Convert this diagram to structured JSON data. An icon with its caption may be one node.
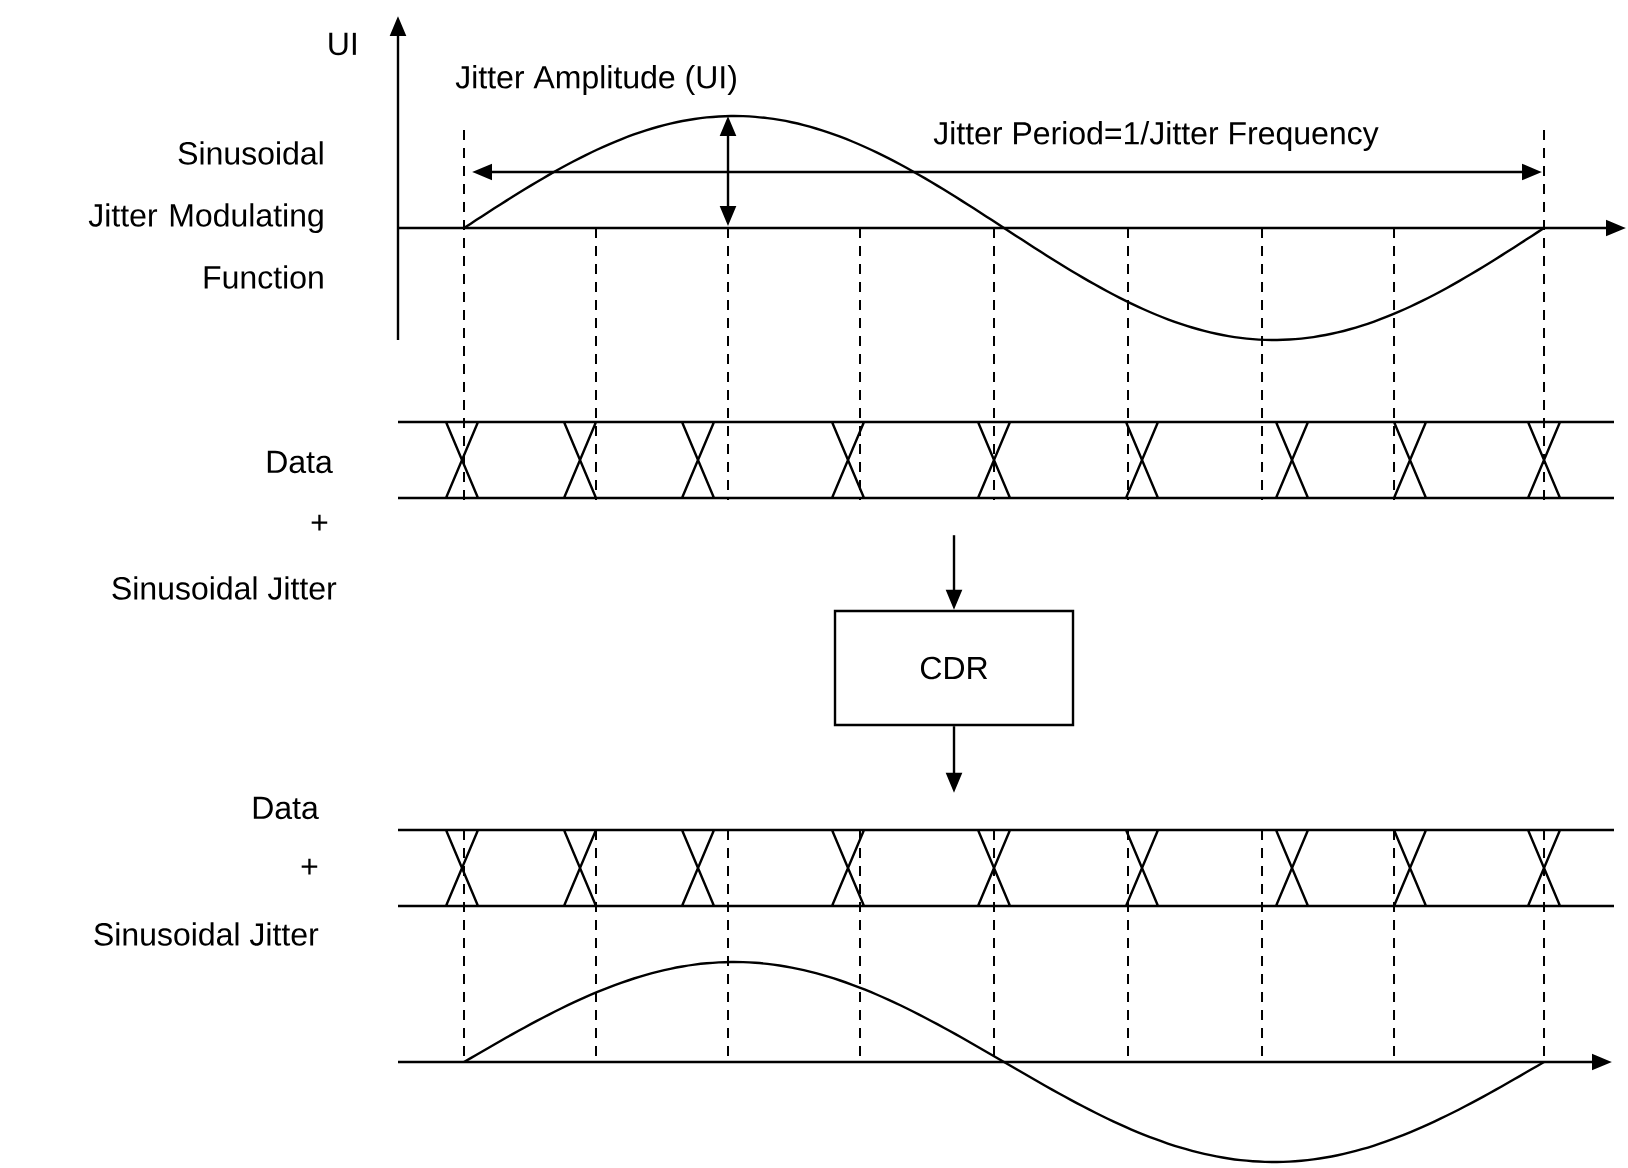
{
  "diagram": {
    "nodes": [
      {
        "text": [],
        "shape": "bar"
      },
      {
        "text": [
          "CDR"
        ]
      },
      {
        "text": [],
        "shape": "bar"
      }
    ],
    "edges": [
      {
        "from": 0,
        "to": 1,
        "arrow": "to"
      },
      {
        "from": 1,
        "to": 2,
        "arrow": "to"
      }
    ],
    "labels": [
      "UI",
      "Jitter Amplitude (UI)",
      "Sinusoidal Jitter Modulating Function",
      "Jitter Period=1/Jitter Frequency",
      "Data",
      "+",
      "Sinusoidal Jitter",
      "Data",
      "+",
      "Sinusoidal Jitter"
    ]
  }
}
